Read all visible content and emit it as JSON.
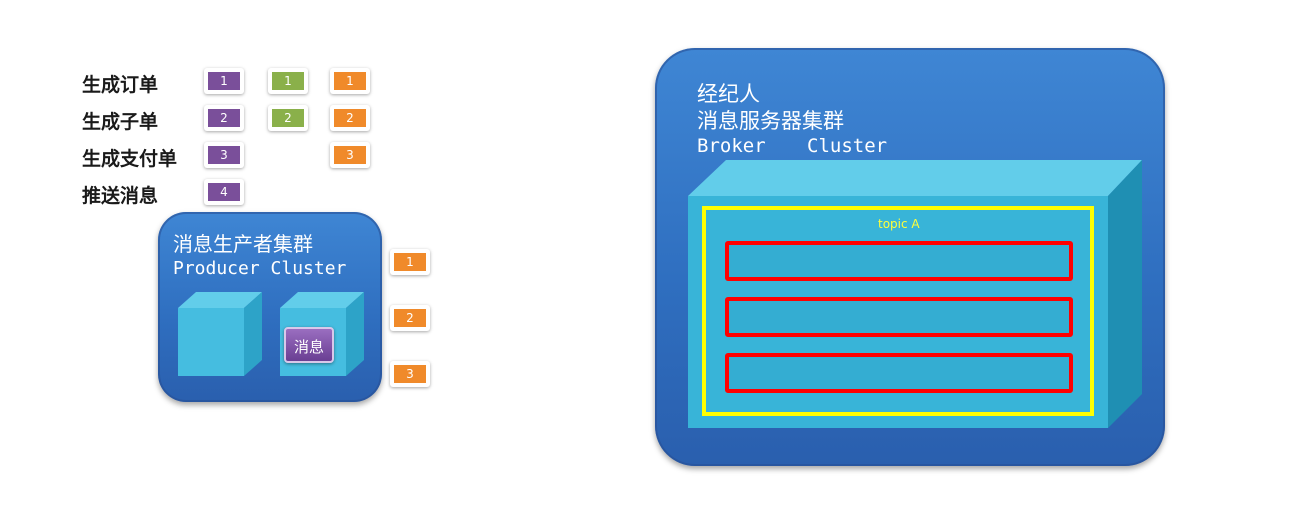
{
  "rows": [
    {
      "label": "生成订单",
      "chips": [
        "1",
        "1",
        "1"
      ]
    },
    {
      "label": "生成子单",
      "chips": [
        "2",
        "2",
        "2"
      ]
    },
    {
      "label": "生成支付单",
      "chips": [
        "3",
        "3"
      ]
    },
    {
      "label": "推送消息",
      "chips": [
        "4"
      ]
    }
  ],
  "producer": {
    "title": "消息生产者集群",
    "subtitle": "Producer Cluster",
    "message_label": "消息",
    "outgoing": [
      "1",
      "2",
      "3"
    ]
  },
  "broker": {
    "title_line1": "经纪人",
    "title_line2": "消息服务器集群",
    "subtitle_word1": "Broker",
    "subtitle_word2": "Cluster",
    "topic": "topic A"
  },
  "colors": {
    "purple": "#7a4f9a",
    "green": "#8ab04a",
    "orange": "#f08a2a",
    "panel_blue": "#3578c8",
    "cube_cyan": "#4fc3e6",
    "topic_yellow": "#ffff00",
    "queue_red": "#ff0000"
  }
}
